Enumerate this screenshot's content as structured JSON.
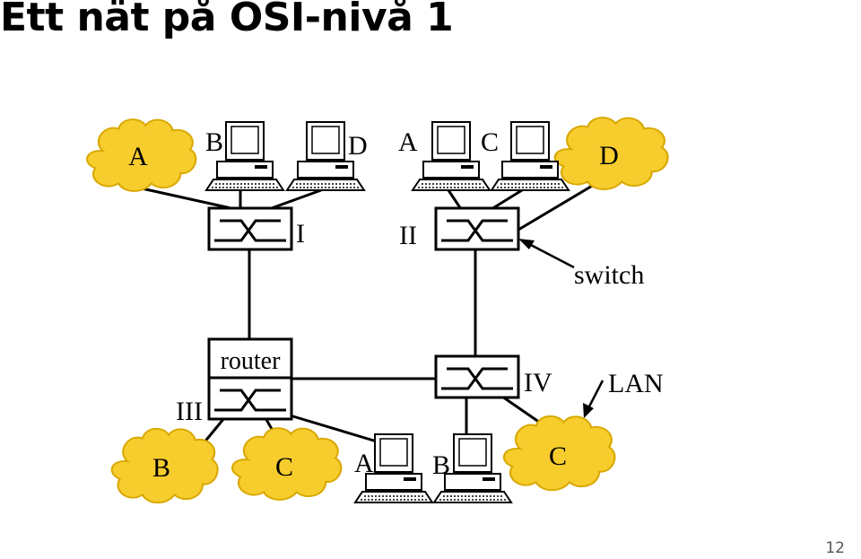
{
  "title": "Ett nät på OSI-nivå 1",
  "page_number": "12",
  "clouds": {
    "top_left": "A",
    "top_right": "D",
    "bottom_b": "B",
    "bottom_c": "C",
    "bottom_right": "C"
  },
  "computers": {
    "top_b": "B",
    "top_d": "D",
    "top_a": "A",
    "top_c": "C",
    "bottom_a": "A",
    "bottom_b": "B"
  },
  "networks": {
    "n1": "I",
    "n2": "II",
    "n3": "III",
    "n4": "IV"
  },
  "labels": {
    "switch": "switch",
    "router": "router",
    "lan": "LAN"
  },
  "colors": {
    "cloud_fill": "#f7cd2e",
    "cloud_stroke": "#d9a800",
    "line": "#000000"
  }
}
